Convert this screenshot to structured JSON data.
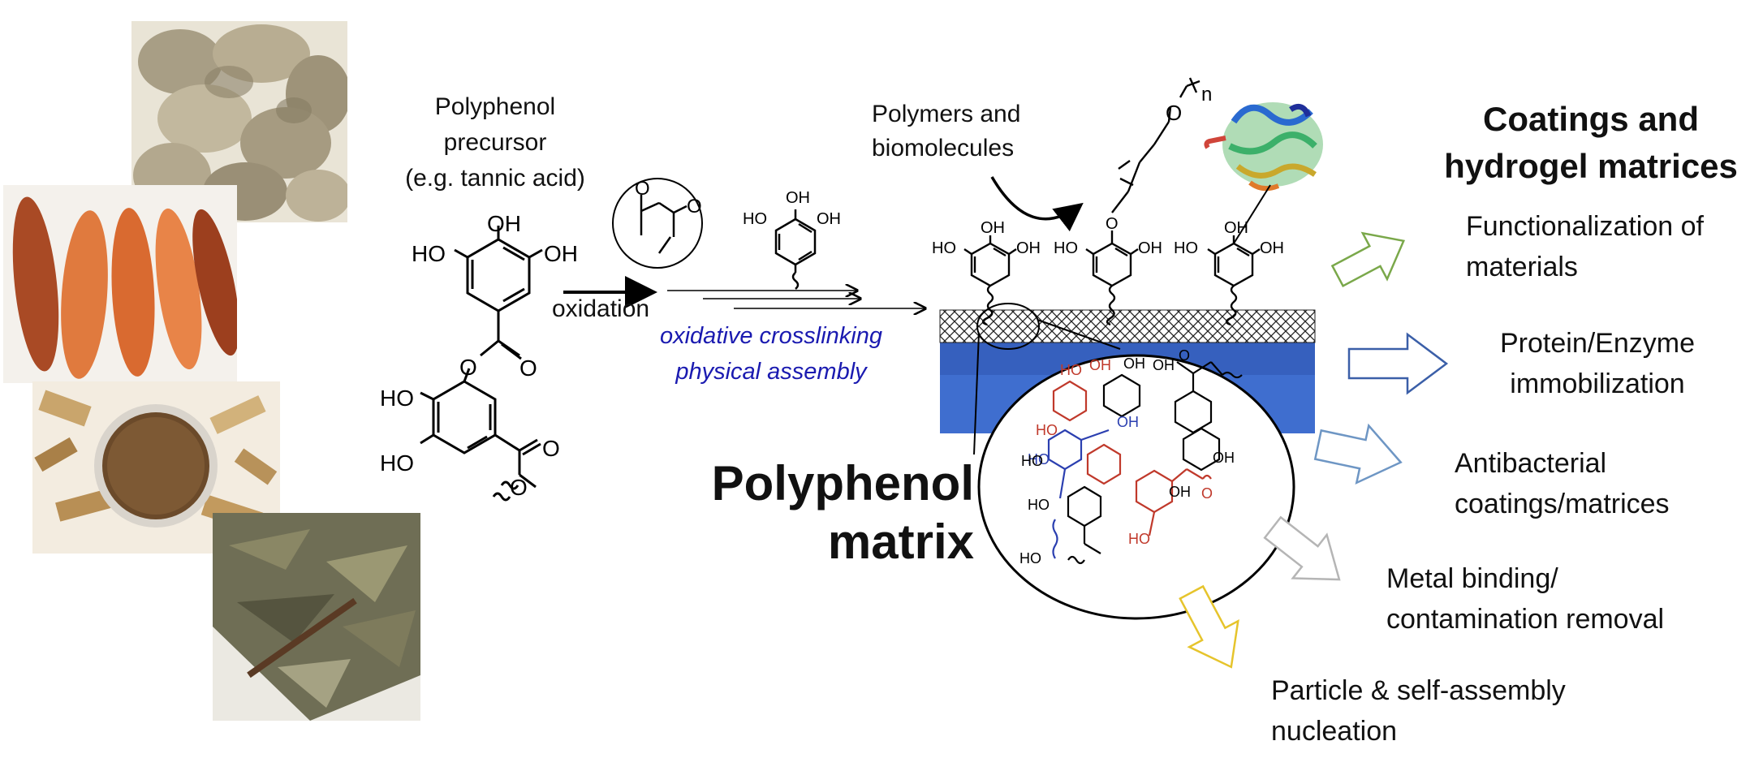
{
  "precursor": {
    "line1": "Polyphenol",
    "line2": "precursor",
    "line3": "(e.g. tannic acid)"
  },
  "process": {
    "oxidation": "oxidation",
    "crosslinking": "oxidative crosslinking",
    "assembly": "physical assembly"
  },
  "grafting": {
    "line1": "Polymers and",
    "line2": "biomolecules",
    "repeat_subscript": "n"
  },
  "matrix": {
    "line1": "Polyphenol",
    "line2": "matrix"
  },
  "applications": {
    "heading_line1": "Coatings and",
    "heading_line2": "hydrogel matrices",
    "items": [
      {
        "line1": "Functionalization of",
        "line2": "materials",
        "arrow_color": "#7aa84a"
      },
      {
        "line1": "Protein/Enzyme",
        "line2": "immobilization",
        "arrow_color": "#3b5fa8"
      },
      {
        "line1": "Antibacterial",
        "line2": "coatings/matrices",
        "arrow_color": "#6e96c4"
      },
      {
        "line1": "Metal binding/",
        "line2": "contamination removal",
        "arrow_color": "#b5b5b5"
      },
      {
        "line1": "Particle & self-assembly",
        "line2": "nucleation",
        "arrow_color": "#e6c42c"
      }
    ]
  },
  "chem_labels": {
    "OH": "OH",
    "HO": "HO",
    "O": "O"
  },
  "colors": {
    "substrate_blue": "#3f6ecf",
    "blue_text": "#1a1ab0",
    "red_structure": "#c0392b",
    "blue_structure": "#2b3fb0"
  }
}
